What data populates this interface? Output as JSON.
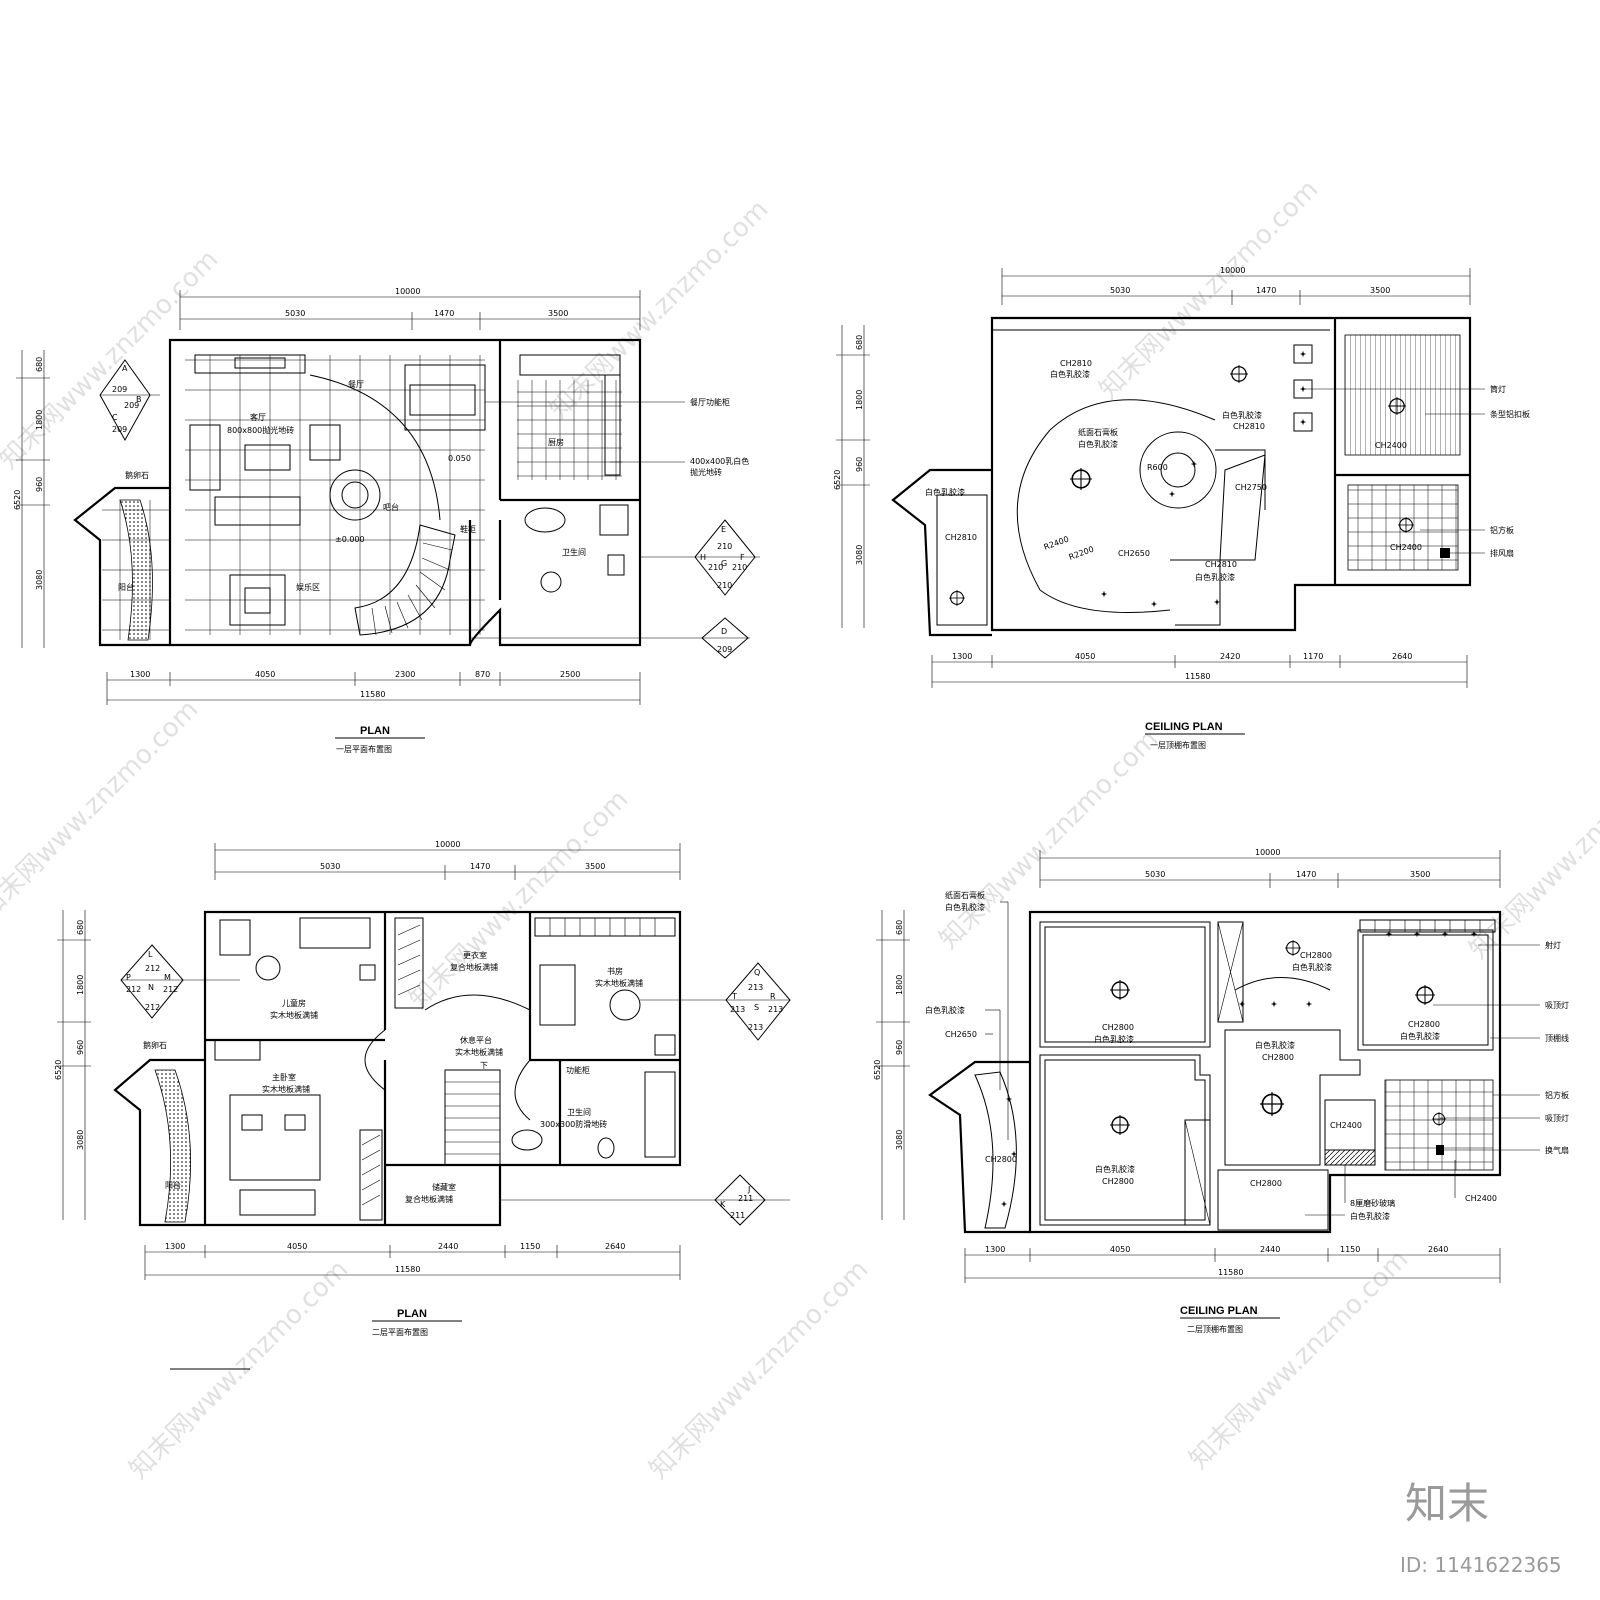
{
  "watermark": {
    "text": "知末网www.znzmo.com",
    "logo": "知末",
    "id": "ID: 1141622365"
  },
  "plan1": {
    "title": "PLAN",
    "subtitle": "一层平面布置图",
    "dims_top": [
      "10000",
      "5030",
      "1470",
      "3500"
    ],
    "dims_bottom": [
      "1300",
      "4050",
      "2300",
      "870",
      "2500",
      "11580"
    ],
    "dims_left": [
      "680",
      "1800",
      "960",
      "3080",
      "6520"
    ],
    "rooms": {
      "living": "客厅",
      "living_floor": "800x800抛光地砖",
      "dining": "餐厅",
      "kitchen": "厨房",
      "bar": "吧台",
      "shoes": "鞋柜",
      "bath": "卫生间",
      "ent": "娱乐区",
      "balcony": "阳台",
      "pebble": "鹅卵石",
      "lvl1": "0.050",
      "lvl2": "±0.000"
    },
    "callouts": [
      "餐厅功能柜",
      "400x400乳白色",
      "抛光地砖"
    ],
    "tag1": {
      "a": "A",
      "b": "B",
      "c": "C",
      "n1": "209",
      "n2": "209",
      "n3": "209"
    },
    "tag2": {
      "e": "E",
      "h": "H",
      "f": "F",
      "g": "G",
      "n1": "210",
      "n2": "210",
      "n3": "210",
      "n4": "210"
    },
    "tag3": {
      "d": "D",
      "n": "209"
    }
  },
  "ceil1": {
    "title": "CEILING PLAN",
    "subtitle": "一层顶棚布置图",
    "dims_top": [
      "10000",
      "5030",
      "1470",
      "3500"
    ],
    "dims_bottom": [
      "1300",
      "4050",
      "2420",
      "1170",
      "2640",
      "11580"
    ],
    "dims_left": [
      "680",
      "1800",
      "960",
      "3080",
      "6520"
    ],
    "labels": {
      "ch2810a": "CH2810",
      "paint_a": "白色乳胶漆",
      "gyp": "纸面石膏板",
      "paint_b": "白色乳胶漆",
      "paint_c": "白色乳胶漆",
      "ch2810b": "CH2810",
      "r600": "R600",
      "ch2750": "CH2750",
      "r2400": "R2400",
      "r2200": "R2200",
      "ch2650": "CH2650",
      "ch2810c": "CH2810",
      "paint_d": "白色乳胶漆",
      "paint_e": "白色乳胶漆",
      "ch2810d": "CH2810",
      "ch2400a": "CH2400",
      "ch2400b": "CH2400"
    },
    "callouts": [
      "筒灯",
      "条型铝扣板",
      "铝方板",
      "排风扇"
    ]
  },
  "plan2": {
    "title": "PLAN",
    "subtitle": "二层平面布置图",
    "dims_top": [
      "10000",
      "5030",
      "1470",
      "3500"
    ],
    "dims_bottom": [
      "1300",
      "4050",
      "2440",
      "1150",
      "2640",
      "11580"
    ],
    "dims_left": [
      "680",
      "1800",
      "960",
      "3080",
      "6520"
    ],
    "rooms": {
      "child": "儿童房",
      "child_f": "实木地板满铺",
      "closet": "更衣室",
      "closet_f": "复合地板满铺",
      "study": "书房",
      "study_f": "实木地板满铺",
      "rest": "休息平台",
      "rest_f": "实木地板满铺",
      "func": "功能柜",
      "down": "下",
      "master": "主卧室",
      "master_f": "实木地板满铺",
      "bath": "卫生间",
      "bath_f": "300x300防滑地砖",
      "store": "储藏室",
      "store_f": "复合地板满铺",
      "balcony": "阳台",
      "pebble": "鹅卵石"
    },
    "tag1": {
      "l": "L",
      "p": "P",
      "m": "M",
      "n": "N",
      "n1": "212",
      "n2": "212",
      "n3": "212",
      "n4": "212"
    },
    "tag2": {
      "q": "Q",
      "t": "T",
      "r": "R",
      "s": "S",
      "n1": "213",
      "n2": "213",
      "n3": "213",
      "n4": "213"
    },
    "tag3": {
      "j": "J",
      "k": "K",
      "n1": "211",
      "n2": "211"
    }
  },
  "ceil2": {
    "title": "CEILING PLAN",
    "subtitle": "二层顶棚布置图",
    "dims_top": [
      "10000",
      "5030",
      "1470",
      "3500"
    ],
    "dims_bottom": [
      "1300",
      "4050",
      "2440",
      "1150",
      "2640",
      "11580"
    ],
    "dims_left": [
      "680",
      "1800",
      "960",
      "3080",
      "6520"
    ],
    "labels": {
      "ch2800a": "CH2800",
      "paint_a": "白色乳胶漆",
      "ch2800b": "CH2800",
      "paint_b": "白色乳胶漆",
      "ch2800c": "CH2800",
      "paint_c": "白色乳胶漆",
      "paint_d": "白色乳胶漆",
      "ch2800d": "CH2800",
      "paint_e": "白色乳胶漆",
      "ch2800e": "CH2800",
      "ch2400": "CH2400",
      "ch2800f": "CH2800",
      "ch2800g": "CH2800",
      "ch2650": "CH2650",
      "paint_f": "白色乳胶漆"
    },
    "callouts_left": [
      "纸面石膏板",
      "白色乳胶漆",
      "白色乳胶漆",
      "CH2650"
    ],
    "callouts_right": [
      "射灯",
      "吸顶灯",
      "顶棚线",
      "铝方板",
      "吸顶灯",
      "换气扇"
    ],
    "callouts_bottom": [
      "8厘磨砂玻璃",
      "CH2400",
      "白色乳胶漆"
    ]
  }
}
